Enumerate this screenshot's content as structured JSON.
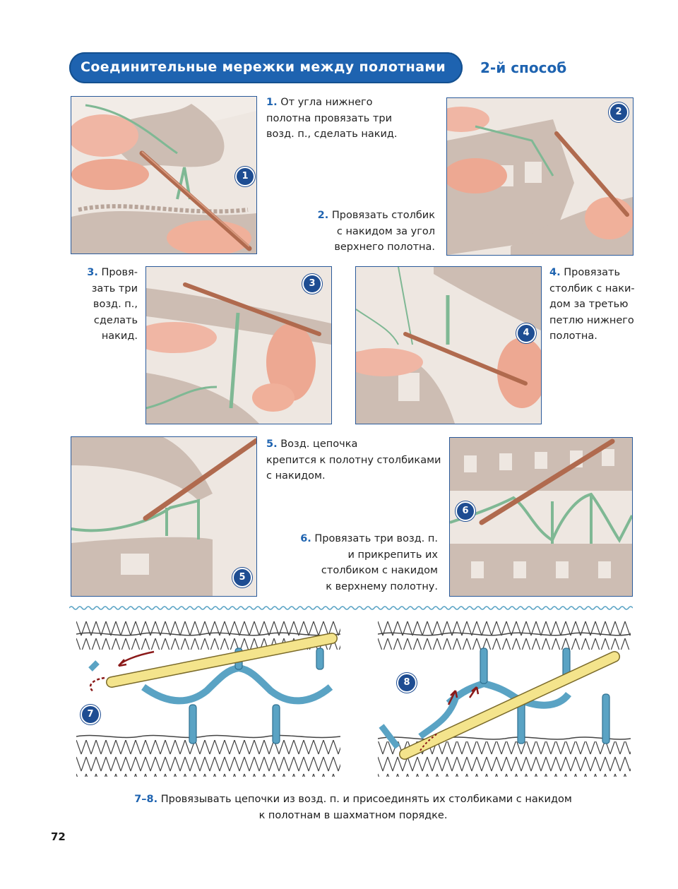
{
  "header": {
    "title": "Соединительные мережки между полотнами",
    "method": "2-й способ"
  },
  "steps": [
    {
      "num": "1.",
      "lines": [
        "От угла нижнего",
        "полотна провязать три",
        "возд. п., сделать накид."
      ]
    },
    {
      "num": "2.",
      "lines": [
        "Провязать столбик",
        "с накидом за угол",
        "верхнего полотна."
      ]
    },
    {
      "num": "3.",
      "lines": [
        "Провя-",
        "зать три",
        "возд. п.,",
        "сделать",
        "накид."
      ]
    },
    {
      "num": "4.",
      "lines": [
        "Провязать",
        "столбик с наки-",
        "дом за третью",
        "петлю нижнего",
        "полотна."
      ]
    },
    {
      "num": "5.",
      "lines": [
        "Возд. цепочка",
        "крепится к полотну столбиками",
        "с накидом."
      ]
    },
    {
      "num": "6.",
      "lines": [
        "Провязать три возд. п.",
        "и прикрепить их",
        "столбиком с накидом",
        "к верхнему полотну."
      ]
    }
  ],
  "badges": [
    "1",
    "2",
    "3",
    "4",
    "5",
    "6",
    "7",
    "8"
  ],
  "bottom_caption": {
    "num": "7–8.",
    "line1": "Провязывать цепочки из возд. п. и присоединять их столбиками с накидом",
    "line2": "к полотнам в шахматном порядке."
  },
  "page_number": "72",
  "colors": {
    "accent": "#1e63b0",
    "badge": "#1e4d92",
    "yarn_green": "#7fb894",
    "yarn_blue": "#5aa3c4",
    "fabric": "#c9b7ad",
    "hook": "#b06a4e",
    "diagram_hook": "#f4e48c"
  }
}
